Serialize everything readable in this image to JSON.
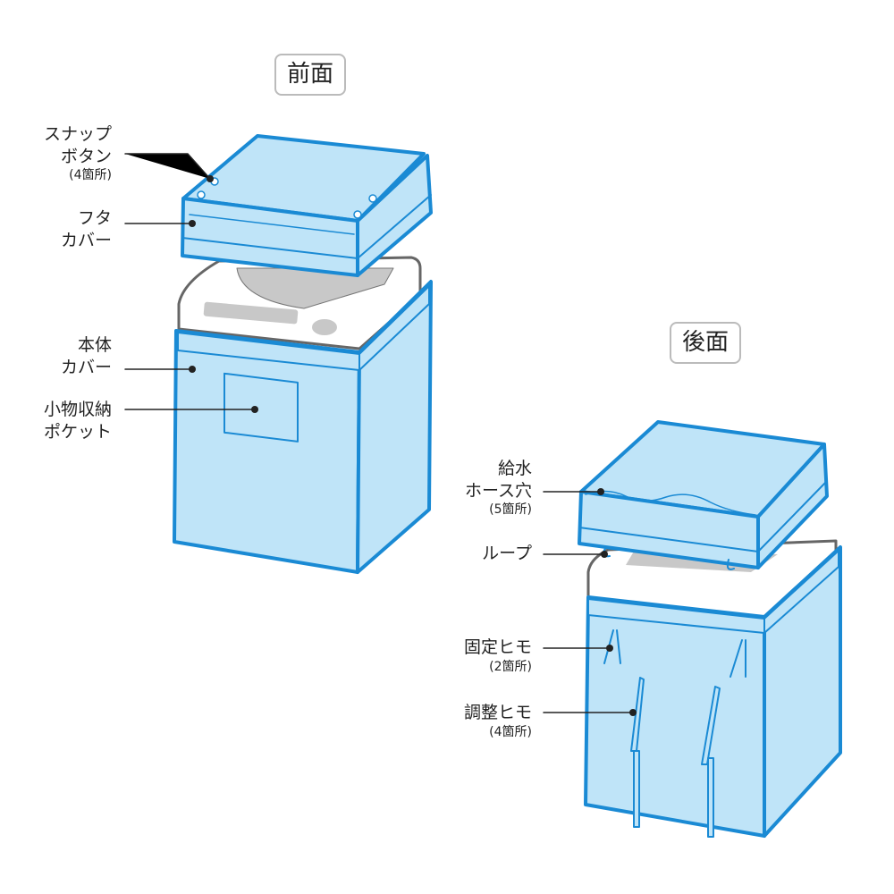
{
  "front": {
    "title": "前面",
    "labels": {
      "snap_1": "スナップ",
      "snap_2": "ボタン",
      "snap_sub": "(4箇所)",
      "lid_1": "フタ",
      "lid_2": "カバー",
      "body_1": "本体",
      "body_2": "カバー",
      "pocket_1": "小物収納",
      "pocket_2": "ポケット"
    }
  },
  "back": {
    "title": "後面",
    "labels": {
      "hose_1": "給水",
      "hose_2": "ホース穴",
      "hose_sub": "(5箇所)",
      "loop": "ループ",
      "fix": "固定ヒモ",
      "fix_sub": "(2箇所)",
      "adj": "調整ヒモ",
      "adj_sub": "(4箇所)"
    }
  },
  "colors": {
    "fill": "#bfe4f8",
    "stroke": "#1a8ad4",
    "machine": "#666666",
    "gray": "#c8c8c8"
  }
}
